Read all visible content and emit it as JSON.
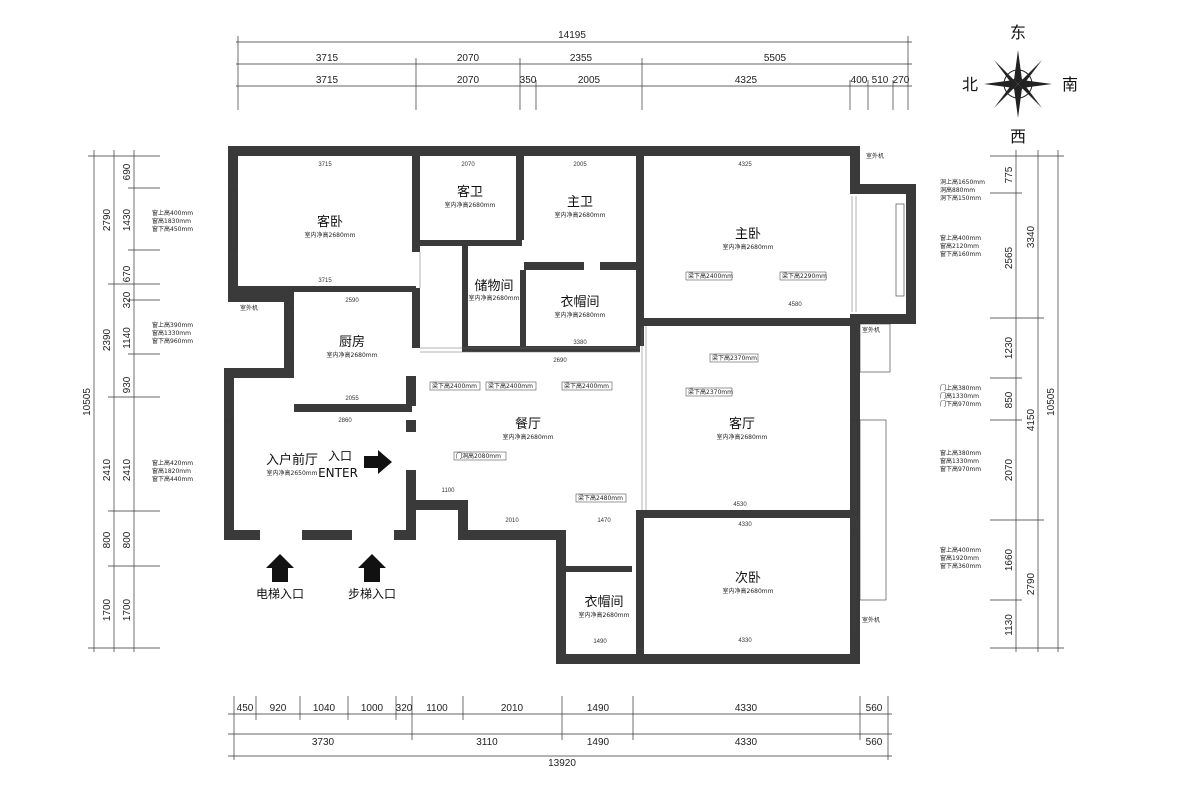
{
  "compass": {
    "north": "北",
    "east": "东",
    "south": "南",
    "west": "西"
  },
  "dims": {
    "top_total": "14195",
    "top_row1": [
      "3715",
      "2070",
      "2355",
      "5505"
    ],
    "top_row2": [
      "3715",
      "2070",
      "350",
      "2005",
      "4325",
      "400",
      "510",
      "270"
    ],
    "bottom_row1": [
      "450",
      "920",
      "1040",
      "1000",
      "320",
      "1100",
      "2010",
      "1490",
      "4330",
      "560"
    ],
    "bottom_row2": [
      "3730",
      "3110",
      "1490",
      "4330",
      "560"
    ],
    "bottom_total": "13920",
    "left_total": "10505",
    "left_row1": [
      "2790",
      "2390",
      "2410",
      "800",
      "1700"
    ],
    "left_row2": [
      "690",
      "1430",
      "670",
      "320",
      "1140",
      "930",
      "2410",
      "800",
      "1700"
    ],
    "right_total": "10505",
    "right_row1": [
      "3340",
      "4150",
      "2790"
    ],
    "right_row2": [
      "775",
      "2565",
      "1230",
      "850",
      "2070",
      "1660",
      "1130"
    ]
  },
  "rooms": {
    "guest_bedroom": {
      "name": "客卧",
      "height": "室内净高2680mm"
    },
    "guest_bath": {
      "name": "客卫",
      "height": "室内净高2680mm"
    },
    "master_bath": {
      "name": "主卫",
      "height": "室内净高2680mm"
    },
    "master_bedroom": {
      "name": "主卧",
      "height": "室内净高2680mm"
    },
    "storage": {
      "name": "储物间",
      "height": "室内净高2680mm"
    },
    "closet1": {
      "name": "衣帽间",
      "height": "室内净高2680mm"
    },
    "kitchen": {
      "name": "厨房",
      "height": "室内净高2680mm"
    },
    "dining": {
      "name": "餐厅",
      "height": "室内净高2680mm"
    },
    "living": {
      "name": "客厅",
      "height": "室内净高2680mm"
    },
    "foyer": {
      "name": "入户前厅",
      "height": "室内净高2650mm"
    },
    "second_bedroom": {
      "name": "次卧",
      "height": "室内净高2680mm"
    },
    "closet2": {
      "name": "衣帽间",
      "height": "室内净高2680mm"
    }
  },
  "labels": {
    "entry_cn": "入口",
    "entry_en": "ENTER",
    "elevator_entry": "电梯入口",
    "stair_entry": "步梯入口",
    "ac_unit": "室外机",
    "door_height": "门洞高2080mm"
  },
  "beams": {
    "b2400": "梁下高2400mm",
    "b2290": "梁下高2290mm",
    "b2370": "梁下高2370mm",
    "b2480": "梁下高2480mm"
  },
  "windows": {
    "guest_bed": [
      "窗上高400mm",
      "窗高1830mm",
      "窗下高450mm"
    ],
    "kitchen": [
      "窗上高390mm",
      "窗高1330mm",
      "窗下高960mm"
    ],
    "foyer": [
      "窗上高420mm",
      "窗高1820mm",
      "窗下高440mm"
    ],
    "master_top": [
      "洞上高1650mm",
      "洞高880mm",
      "洞下高150mm"
    ],
    "master_bay": [
      "窗上高400mm",
      "窗高2120mm",
      "窗下高160mm"
    ],
    "living_door": [
      "门上高380mm",
      "门高1330mm",
      "门下高970mm"
    ],
    "living_win": [
      "窗上高380mm",
      "窗高1330mm",
      "窗下高970mm"
    ],
    "second_bed": [
      "窗上高400mm",
      "窗高1920mm",
      "窗下高360mm"
    ]
  },
  "inner_dims": {
    "guest_bed_w": "3715",
    "guest_bath_w": "2070",
    "master_bath_w": "2005",
    "master_bed_w": "4325",
    "master_bed_bottom": "4580",
    "kitchen_w": "2590",
    "kitchen_bottom": "2055",
    "dining_top": "2690",
    "closet_3380": "3380",
    "living_w": "4530",
    "living_bottom": "4330",
    "second_bed_bottom": "4330",
    "closet2_bottom": "1490",
    "foyer_w": "2860",
    "foyer_1100": "1100",
    "dining_bottom": "2010",
    "c1470": "1470"
  }
}
